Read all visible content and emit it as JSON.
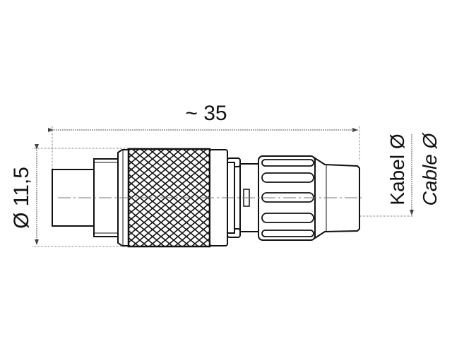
{
  "drawing": {
    "title": "Circular connector cable plug - dimension drawing",
    "dimensions": {
      "length_label": "~ 35",
      "diameter_label": "Ø 11,5",
      "cable_label_de": "Kabel Ø",
      "cable_label_en": "Cable Ø"
    },
    "colors": {
      "line": "#111111",
      "dim_line": "#555555",
      "background": "#ffffff"
    },
    "parts": [
      "front-pin",
      "step-ring",
      "chamfer-ring",
      "knurled-sleeve",
      "plain-ring",
      "collar",
      "neck",
      "ribbed-nut",
      "cable-boot"
    ]
  }
}
